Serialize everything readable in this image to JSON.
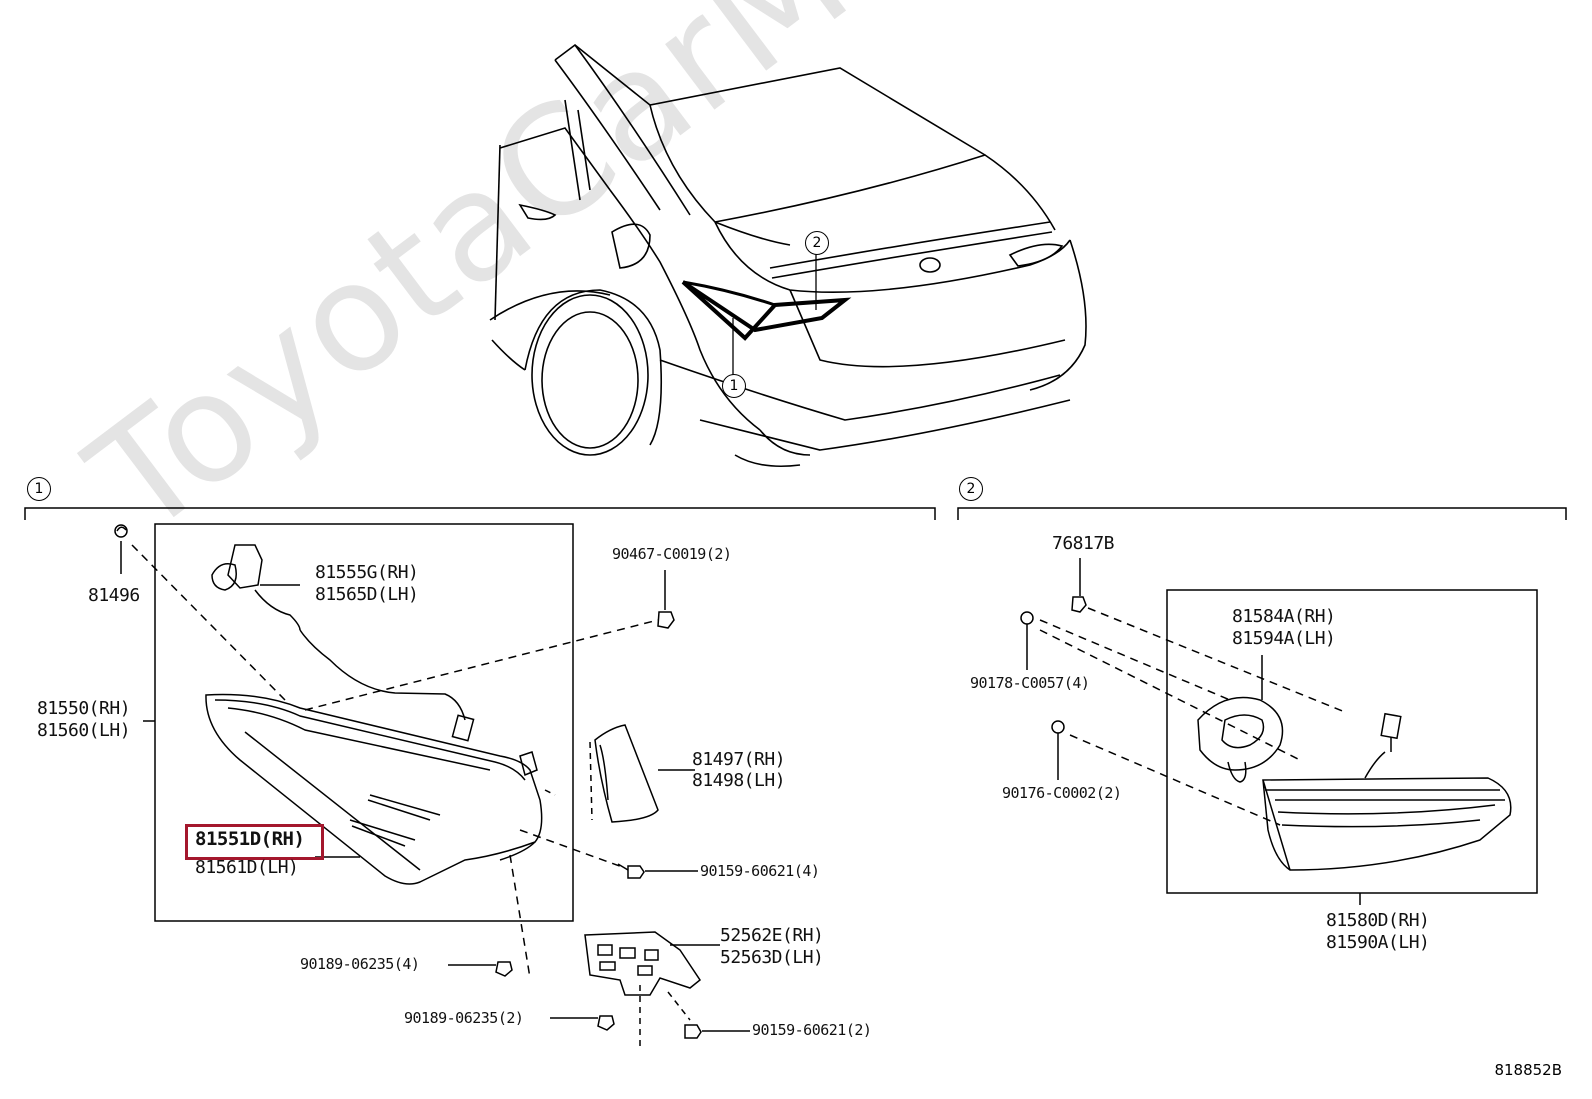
{
  "watermark": "ToyotaCarMine.ru",
  "diagram_ref": "818852B",
  "callouts": {
    "c1": "1",
    "c2": "2"
  },
  "accent_color": "#a4172d",
  "section1": {
    "label": "1",
    "parts": {
      "p81496": "81496",
      "p81555": "81555G(RH)",
      "p81565": "81565D(LH)",
      "p90467": "90467-C0019(2)",
      "p81550": "81550(RH)",
      "p81560": "81560(LH)",
      "p81497": "81497(RH)",
      "p81498": "81498(LH)",
      "p81551": "81551D(RH)",
      "p81561": "81561D(LH)",
      "p90159a": "90159-60621(4)",
      "p90189a": "90189-06235(4)",
      "p52562": "52562E(RH)",
      "p52563": "52563D(LH)",
      "p90189b": "90189-06235(2)",
      "p90159b": "90159-60621(2)"
    }
  },
  "section2": {
    "label": "2",
    "parts": {
      "p76817": "76817B",
      "p81584": "81584A(RH)",
      "p81594": "81594A(LH)",
      "p90178": "90178-C0057(4)",
      "p90176": "90176-C0002(2)",
      "p81580": "81580D(RH)",
      "p81590": "81590A(LH)"
    }
  }
}
